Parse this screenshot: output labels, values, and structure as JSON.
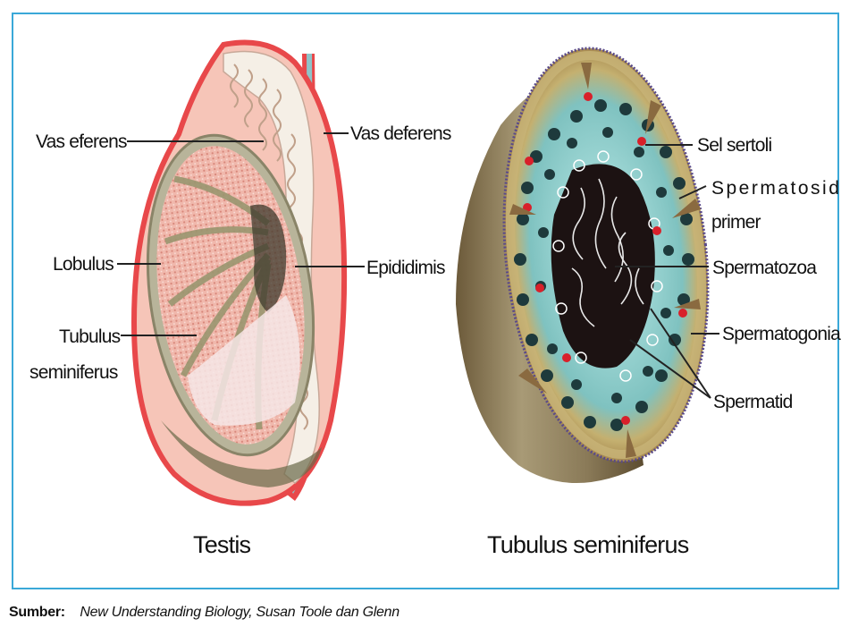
{
  "diagram": {
    "testis_labels": {
      "vas_eferens": "Vas eferens",
      "vas_deferens": "Vas deferens",
      "lobulus": "Lobulus",
      "epididimis": "Epididimis",
      "tubulus_line1": "Tubulus",
      "tubulus_line2": "seminiferus"
    },
    "tubule_labels": {
      "sel_sertoli": "Sel sertoli",
      "spermatosid_line1": "Spermatosid",
      "spermatosid_line2": "primer",
      "spermatozoa": "Spermatozoa",
      "spermatogonia": "Spermatogonia",
      "spermatid": "Spermatid"
    },
    "captions": {
      "left": "Testis",
      "right": "Tubulus seminiferus"
    }
  },
  "source": {
    "label": "Sumber:",
    "text": "New Understanding Biology, Susan Toole  dan Glenn"
  },
  "colors": {
    "frame_border": "#3aa8d8",
    "tunica": "#e8484a",
    "lobule_fill": "#f2b3a8",
    "tubule_teal": "#7fc8c8",
    "tubule_outer": "#b8a060"
  }
}
